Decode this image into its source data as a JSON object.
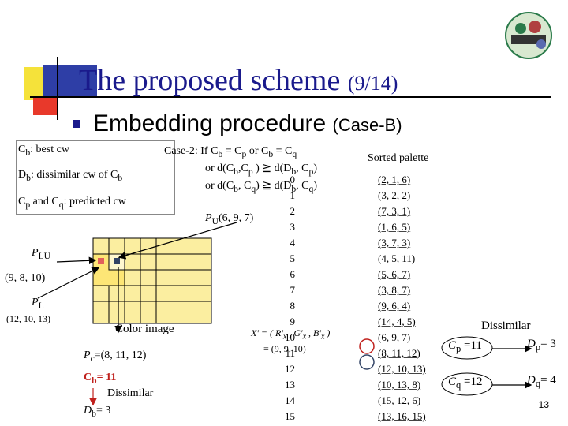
{
  "slide": {
    "title": "The proposed scheme",
    "title_suffix": "(9/14)",
    "subtitle": "Embedding procedure",
    "subtitle_case": "(Case-B)",
    "page_number": "13"
  },
  "definitions": [
    {
      "main": "C",
      "sub": "b",
      "rest": ": best cw"
    },
    {
      "main": "D",
      "sub": "b",
      "rest": ": dissimilar cw of C",
      "sub2": "b"
    },
    {
      "main": "C",
      "sub": "p",
      "rest": " and C",
      "sub2": "q",
      "rest2": ": predicted  cw"
    }
  ],
  "case2": {
    "line1": "Case-2: If C",
    "line1_sub": "b",
    "line1_mid": " = C",
    "line1_sub2": "p",
    "line1_mid2": " or C",
    "line1_sub3": "b",
    "line1_end": " = C",
    "line1_sub4": "q",
    "line2": "or d(C",
    "line2_sub": "b",
    "line2_mid": ",C",
    "line2_sub2": "p",
    "line2_mid2": " ) ≧ d(D",
    "line2_sub3": "b",
    "line2_mid3": ", C",
    "line2_sub4": "p",
    "line2_end": ")",
    "line3": "or d(C",
    "line3_sub": "b",
    "line3_mid": ", C",
    "line3_sub2": "q",
    "line3_mid2": ") ≧ d(D",
    "line3_sub3": "b",
    "line3_mid3": ", C",
    "line3_sub4": "q",
    "line3_end": ")"
  },
  "labels": {
    "pu": "P",
    "pu_sub": "U",
    "pu_val": "(6, 9, 7)",
    "plu": "P",
    "plu_sub": "LU",
    "plu_val": "(9, 8, 10)",
    "pl": "P",
    "pl_sub": "L",
    "pl_val": "(12, 10, 13)",
    "color_image": "Color image",
    "pc": "P",
    "pc_sub": "c",
    "pc_val": "=(8, 11, 12)",
    "cb": "C",
    "cb_sub": "b",
    "cb_val": "= 11",
    "dissimilar_small": "Dissimilar",
    "db": "D",
    "db_sub": "b",
    "db_val": "= 3",
    "xprime_formula": "X' = ( R'",
    "xprime_r_sub": "x",
    "xprime_g": " , G'",
    "xprime_g_sub": "x",
    "xprime_b": " , B'",
    "xprime_b_sub": "x",
    "xprime_close": " )",
    "xprime_val": "=  (9, 9, 10)"
  },
  "palette": {
    "heading": "Sorted palette",
    "rows": [
      {
        "i": "0",
        "v": "(2, 1, 6)"
      },
      {
        "i": "1",
        "v": "(3, 2, 2)"
      },
      {
        "i": "2",
        "v": "(7, 3, 1)"
      },
      {
        "i": "3",
        "v": "(1, 6, 5)"
      },
      {
        "i": "4",
        "v": "(3, 7, 3)"
      },
      {
        "i": "5",
        "v": "(4, 5, 11)"
      },
      {
        "i": "6",
        "v": "(5, 6, 7)"
      },
      {
        "i": "7",
        "v": "(3, 8, 7)"
      },
      {
        "i": "8",
        "v": "(9, 6, 4)"
      },
      {
        "i": "9",
        "v": "(14, 4, 5)"
      },
      {
        "i": "10",
        "v": "(6, 9, 7)"
      },
      {
        "i": "11",
        "v": "(8, 11, 12)"
      },
      {
        "i": "12",
        "v": "(12, 10, 13)"
      },
      {
        "i": "13",
        "v": "(10, 13, 8)"
      },
      {
        "i": "14",
        "v": "(15, 12, 6)"
      },
      {
        "i": "15",
        "v": "(13, 16, 15)"
      }
    ],
    "highlight": [
      "11",
      "12"
    ]
  },
  "right_panel": {
    "dissimilar": "Dissimilar",
    "cp": "C",
    "cp_sub": "p",
    "cp_val": " =11",
    "dp": "D",
    "dp_sub": "p",
    "dp_val": "= 3",
    "cq": "C",
    "cq_sub": "q",
    "cq_val": " =12",
    "dq": "D",
    "dq_sub": "q",
    "dq_val": "= 4"
  },
  "colors": {
    "title": "#1a1a8c",
    "grid_fill": "#fbeea0",
    "grid_highlight": "#fde676",
    "red": "#c0201c",
    "cell_marker_red": "#e0605c",
    "cell_marker_blue": "#334466"
  }
}
